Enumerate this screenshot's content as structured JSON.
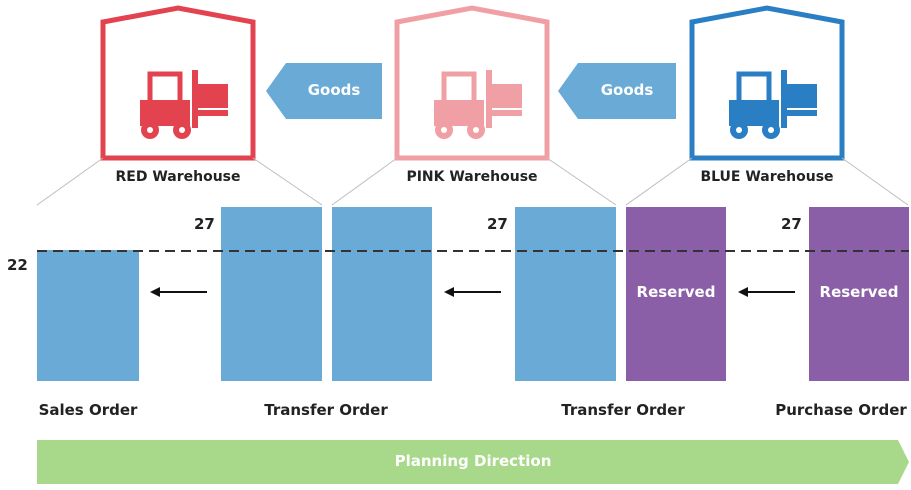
{
  "warehouses": {
    "red": {
      "name": "RED Warehouse",
      "color": "#e2434f",
      "icon": "forklift-icon"
    },
    "pink": {
      "name": "PINK Warehouse",
      "color": "#f0a0a4",
      "icon": "forklift-icon"
    },
    "blue": {
      "name": "BLUE Warehouse",
      "color": "#2a7fc4",
      "icon": "forklift-icon"
    }
  },
  "flow_arrows": {
    "left": {
      "label": "Goods",
      "color": "#6aaad6"
    },
    "right": {
      "label": "Goods",
      "color": "#6aaad6"
    }
  },
  "orders": {
    "sales": {
      "label": "Sales Order",
      "quantity": "22"
    },
    "transfer_1": {
      "label": "Transfer Order",
      "quantity": "27"
    },
    "transfer_2": {
      "label": "Transfer Order",
      "quantity": "27"
    },
    "purchase": {
      "label": "Purchase Order",
      "quantity": "27"
    }
  },
  "bars": {
    "reserved_label": "Reserved",
    "demand_color": "#6aaad6",
    "reserved_color": "#8a5fa8"
  },
  "planning": {
    "label": "Planning Direction",
    "color": "#a8d88a"
  }
}
